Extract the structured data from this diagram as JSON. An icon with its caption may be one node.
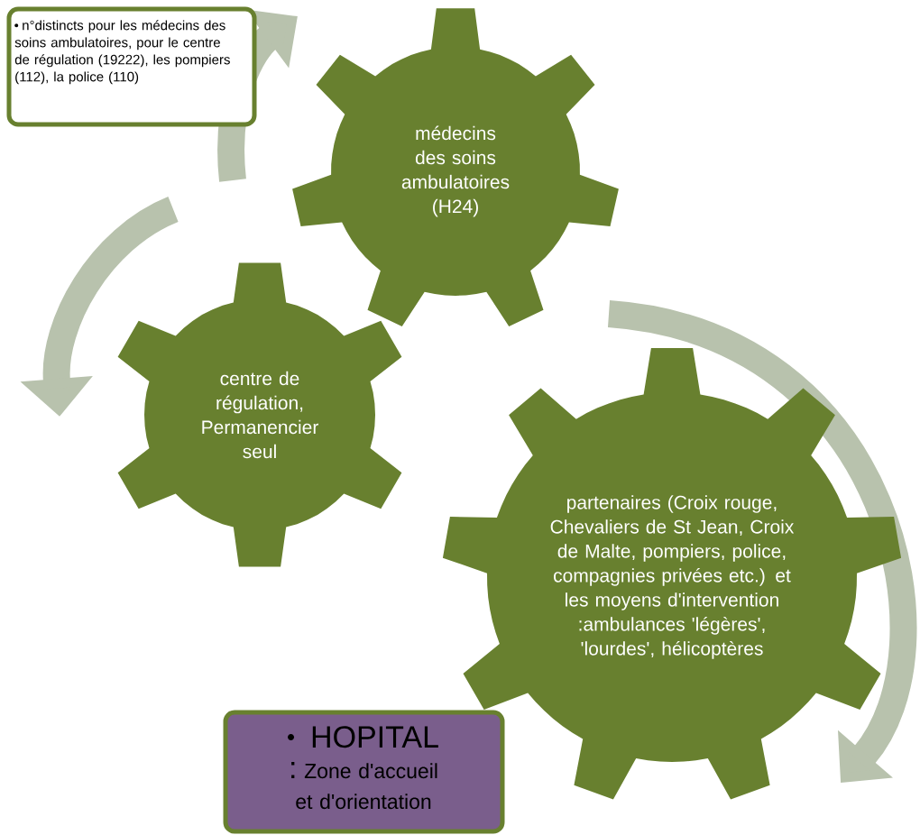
{
  "diagram": {
    "nodes": [
      {
        "text": [
          "n°distincts pour les médecins des soins ambulatoires, pour le centre de régulation (19222), les pompiers (112), la police (110)"
        ]
      },
      {
        "text": [
          "médecins des soins ambulatoires (H24)"
        ]
      },
      {
        "text": [
          "centre de régulation, Permanencier seul"
        ]
      },
      {
        "text": [
          "partenaires (Croix rouge, Chevaliers de St Jean, Croix de Malte, pompiers, police, compagnies privées etc.) et les moyens d'intervention :ambulances 'légères', 'lourdes', hélicoptères"
        ]
      },
      {
        "text": [
          "HOPITAL :",
          "Zone d'accueil et d'orientation"
        ]
      }
    ]
  }
}
